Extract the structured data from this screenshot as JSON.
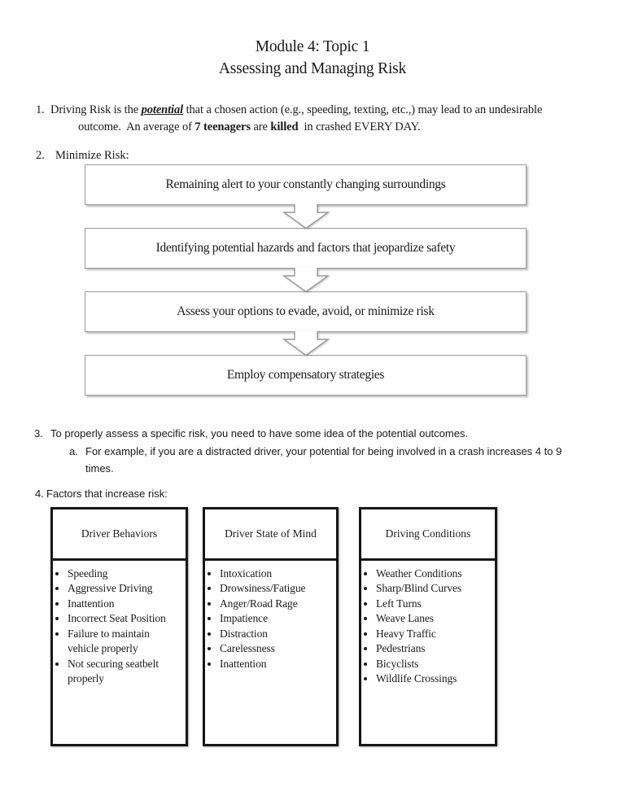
{
  "title": {
    "line1": "Module 4: Topic 1",
    "line2": "Assessing and Managing Risk"
  },
  "items": {
    "item1": {
      "number": "1.",
      "seg_pre": "Driving Risk is the ",
      "seg_potential": "potential",
      "seg_mid": " that a chosen action (e.g., speeding, texting, etc.,) may lead to an undesirable outcome.  An average of ",
      "seg_bold1": "7 teenagers",
      "seg_mid2": " are ",
      "seg_bold2": "killed",
      "seg_post": "  in crashed EVERY DAY."
    },
    "item2": {
      "number": "2.",
      "text": "Minimize Risk:"
    },
    "item3": {
      "number": "3.",
      "text": "To properly assess a specific risk, you need to have some idea of the potential outcomes.",
      "sub_letter": "a.",
      "sub_text": "For example, if you are a distracted driver, your potential for being involved in a crash increases 4 to 9 times."
    },
    "item4": {
      "number": "4.",
      "text": "Factors that increase risk:"
    }
  },
  "flowchart": {
    "steps": [
      "Remaining alert to your constantly changing surroundings",
      "Identifying potential hazards and factors that jeopardize safety",
      "Assess your options to evade, avoid, or minimize risk",
      "Employ compensatory strategies"
    ]
  },
  "factor_boxes": [
    {
      "title": "Driver Behaviors",
      "items": [
        "Speeding",
        "Aggressive Driving",
        "Inattention",
        "Incorrect Seat Position",
        "Failure to maintain vehicle properly",
        "Not securing seatbelt properly"
      ]
    },
    {
      "title": "Driver State of Mind",
      "items": [
        "Intoxication",
        "Drowsiness/Fatigue",
        "Anger/Road Rage",
        "Impatience",
        "Distraction",
        "Carelessness",
        "Inattention"
      ]
    },
    {
      "title": "Driving Conditions",
      "items": [
        "Weather Conditions",
        "Sharp/Blind Curves",
        "Left Turns",
        "Weave Lanes",
        "Heavy Traffic",
        "Pedestrians",
        "Bicyclists",
        "Wildlife Crossings"
      ]
    }
  ],
  "colors": {
    "text": "#1a1a1a",
    "flow_box_border": "#9a9a9a",
    "factor_box_border": "#161616",
    "background": "#fefefe"
  }
}
